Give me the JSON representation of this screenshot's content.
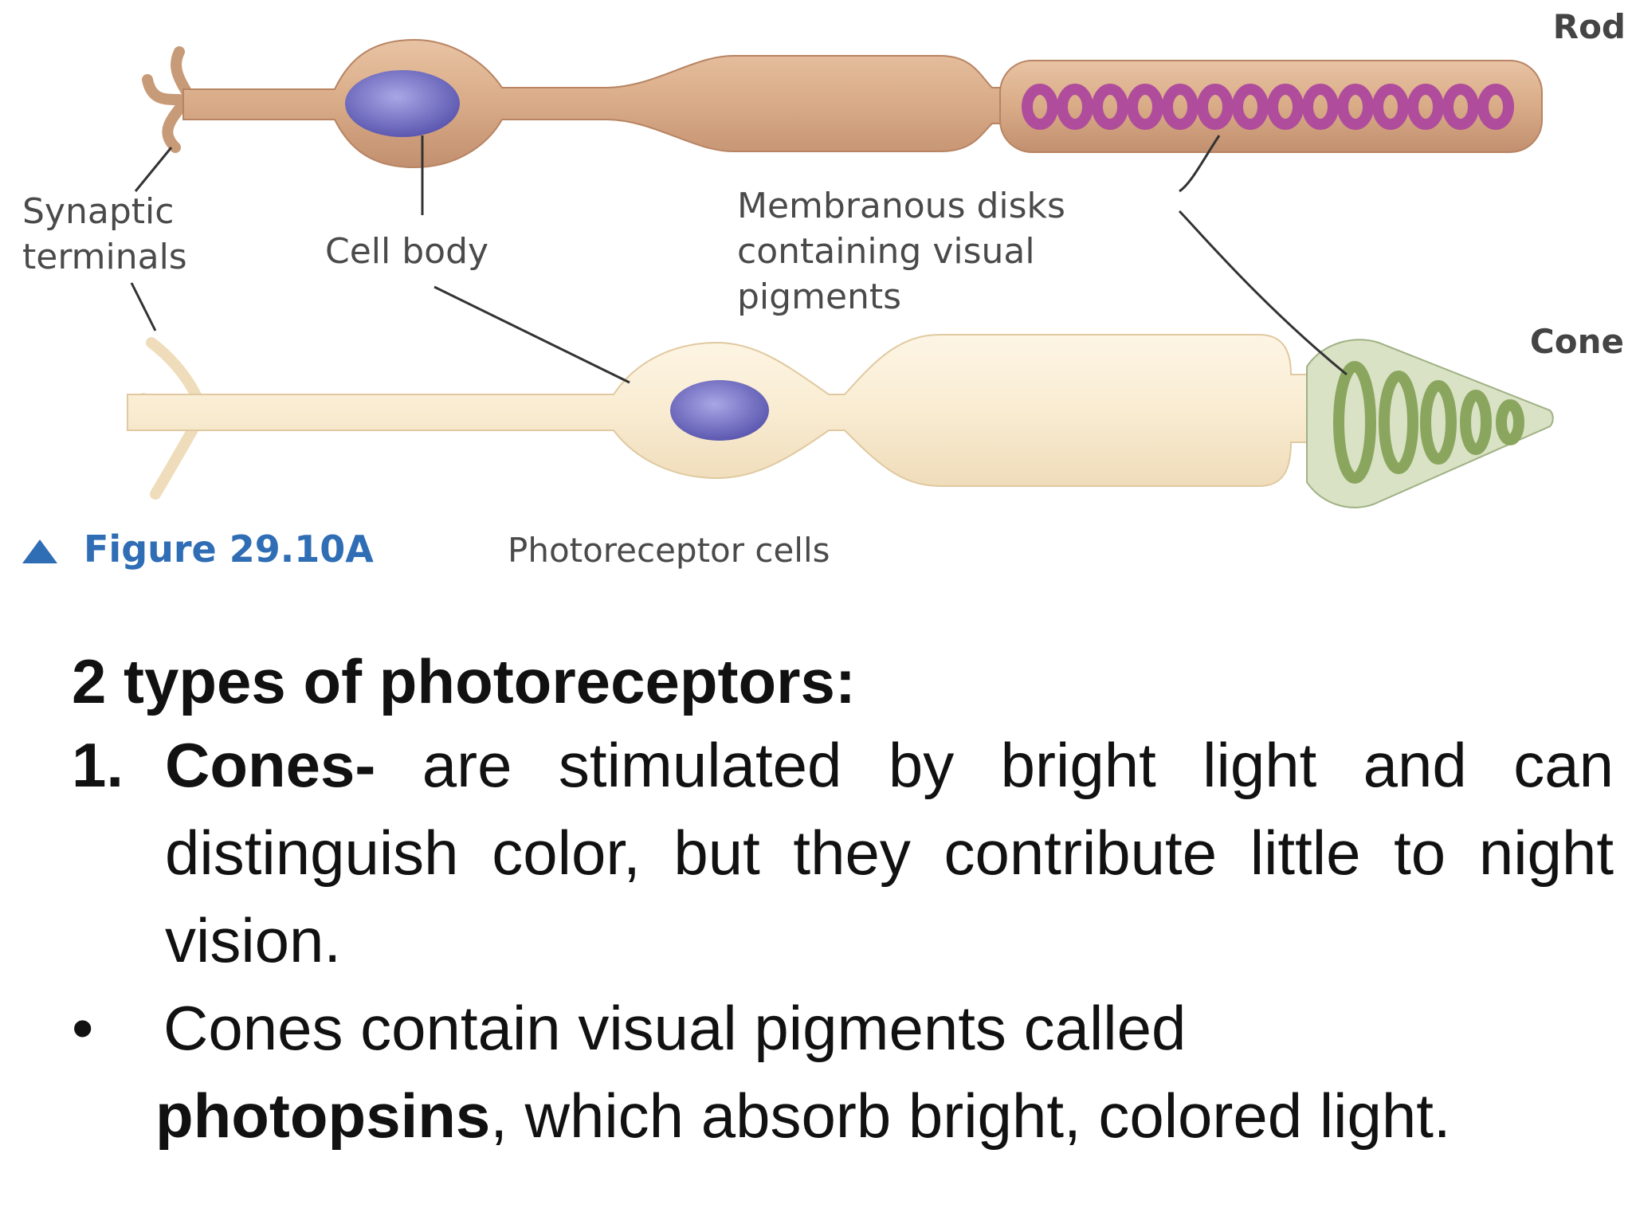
{
  "figure": {
    "labels": {
      "rod": "Rod",
      "cone": "Cone",
      "synaptic_line1": "Synaptic",
      "synaptic_line2": "terminals",
      "cell_body": "Cell body",
      "membranous_line1": "Membranous disks",
      "membranous_line2": "containing visual",
      "membranous_line3": "pigments"
    },
    "caption": {
      "label": "Figure 29.10A",
      "text": "Photoreceptor cells"
    },
    "colors": {
      "rod_cell": "#d9ab87",
      "cone_cell": "#f9ecd2",
      "nucleus": "#7b78c8",
      "rod_disks": "#b04c9c",
      "cone_disks": "#8aa65e",
      "caption_accent": "#2f6db5"
    }
  },
  "slide": {
    "heading": "2 types of photoreceptors:",
    "item1": {
      "number": "1.",
      "term": "Cones-",
      "text": " are stimulated by bright light and can distinguish color, but they contribute little to night vision."
    },
    "bullet": {
      "symbol": "•",
      "line1": "Cones contain visual pigments called",
      "term": "photopsins",
      "text": ", which absorb bright, colored light."
    }
  }
}
